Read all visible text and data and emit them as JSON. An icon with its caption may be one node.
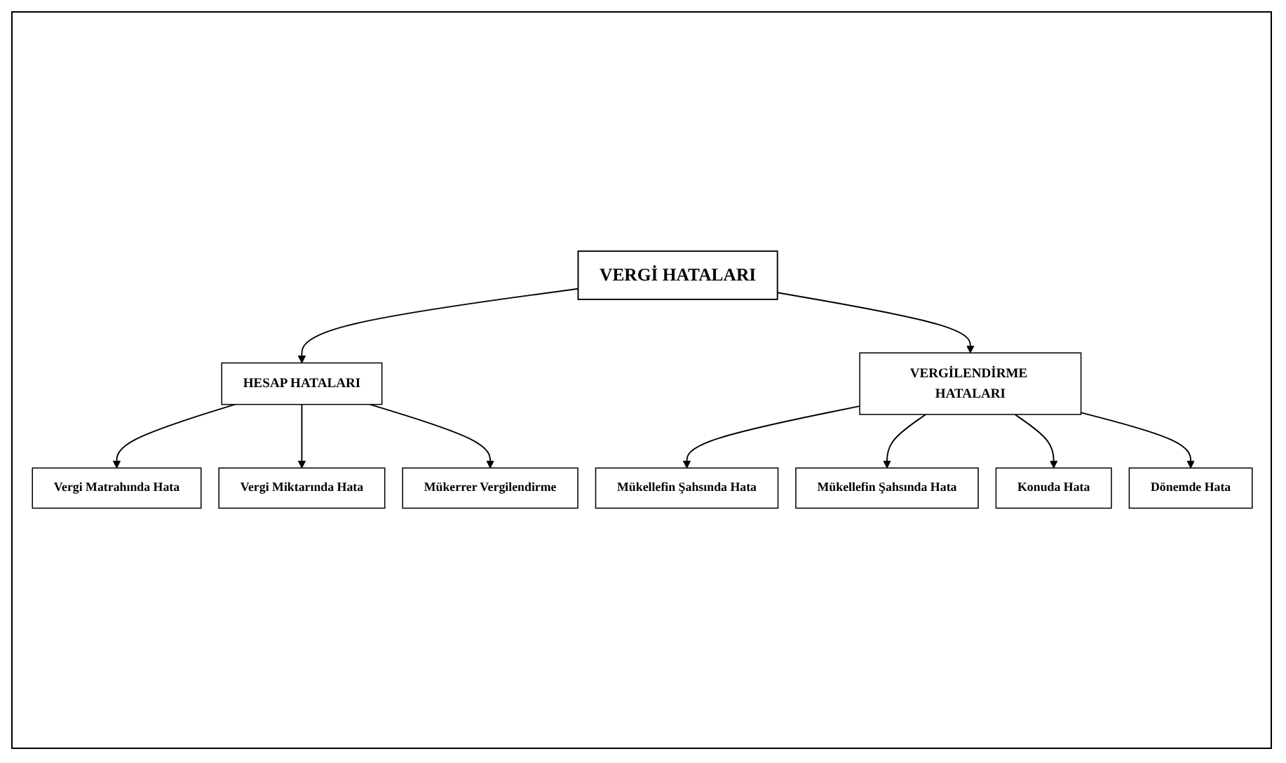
{
  "diagram": {
    "nodes": [
      {
        "text": [
          "VERGİ HATALARI"
        ]
      },
      {
        "text": [
          "HESAP HATALARI"
        ]
      },
      {
        "text": [
          "VERGİLENDİRME HATALARI"
        ]
      },
      {
        "text": [
          "Vergi Matrahında Hata"
        ]
      },
      {
        "text": [
          "Vergi Miktarında Hata"
        ]
      },
      {
        "text": [
          "Mükerrer Vergilendirme"
        ]
      },
      {
        "text": [
          "Mükellefin Şahsında Hata"
        ]
      },
      {
        "text": [
          "Mükellefin Şahsında Hata"
        ]
      },
      {
        "text": [
          "Konuda Hata"
        ]
      },
      {
        "text": [
          "Dönemde Hata"
        ]
      }
    ],
    "edges": [
      {
        "from": 0,
        "to": 1,
        "arrow": "to"
      },
      {
        "from": 0,
        "to": 2,
        "arrow": "to"
      },
      {
        "from": 1,
        "to": 3,
        "arrow": "to"
      },
      {
        "from": 1,
        "to": 4,
        "arrow": "to"
      },
      {
        "from": 1,
        "to": 5,
        "arrow": "to"
      },
      {
        "from": 2,
        "to": 6,
        "arrow": "to"
      },
      {
        "from": 2,
        "to": 7,
        "arrow": "to"
      },
      {
        "from": 2,
        "to": 8,
        "arrow": "to"
      },
      {
        "from": 2,
        "to": 9,
        "arrow": "to"
      }
    ]
  }
}
